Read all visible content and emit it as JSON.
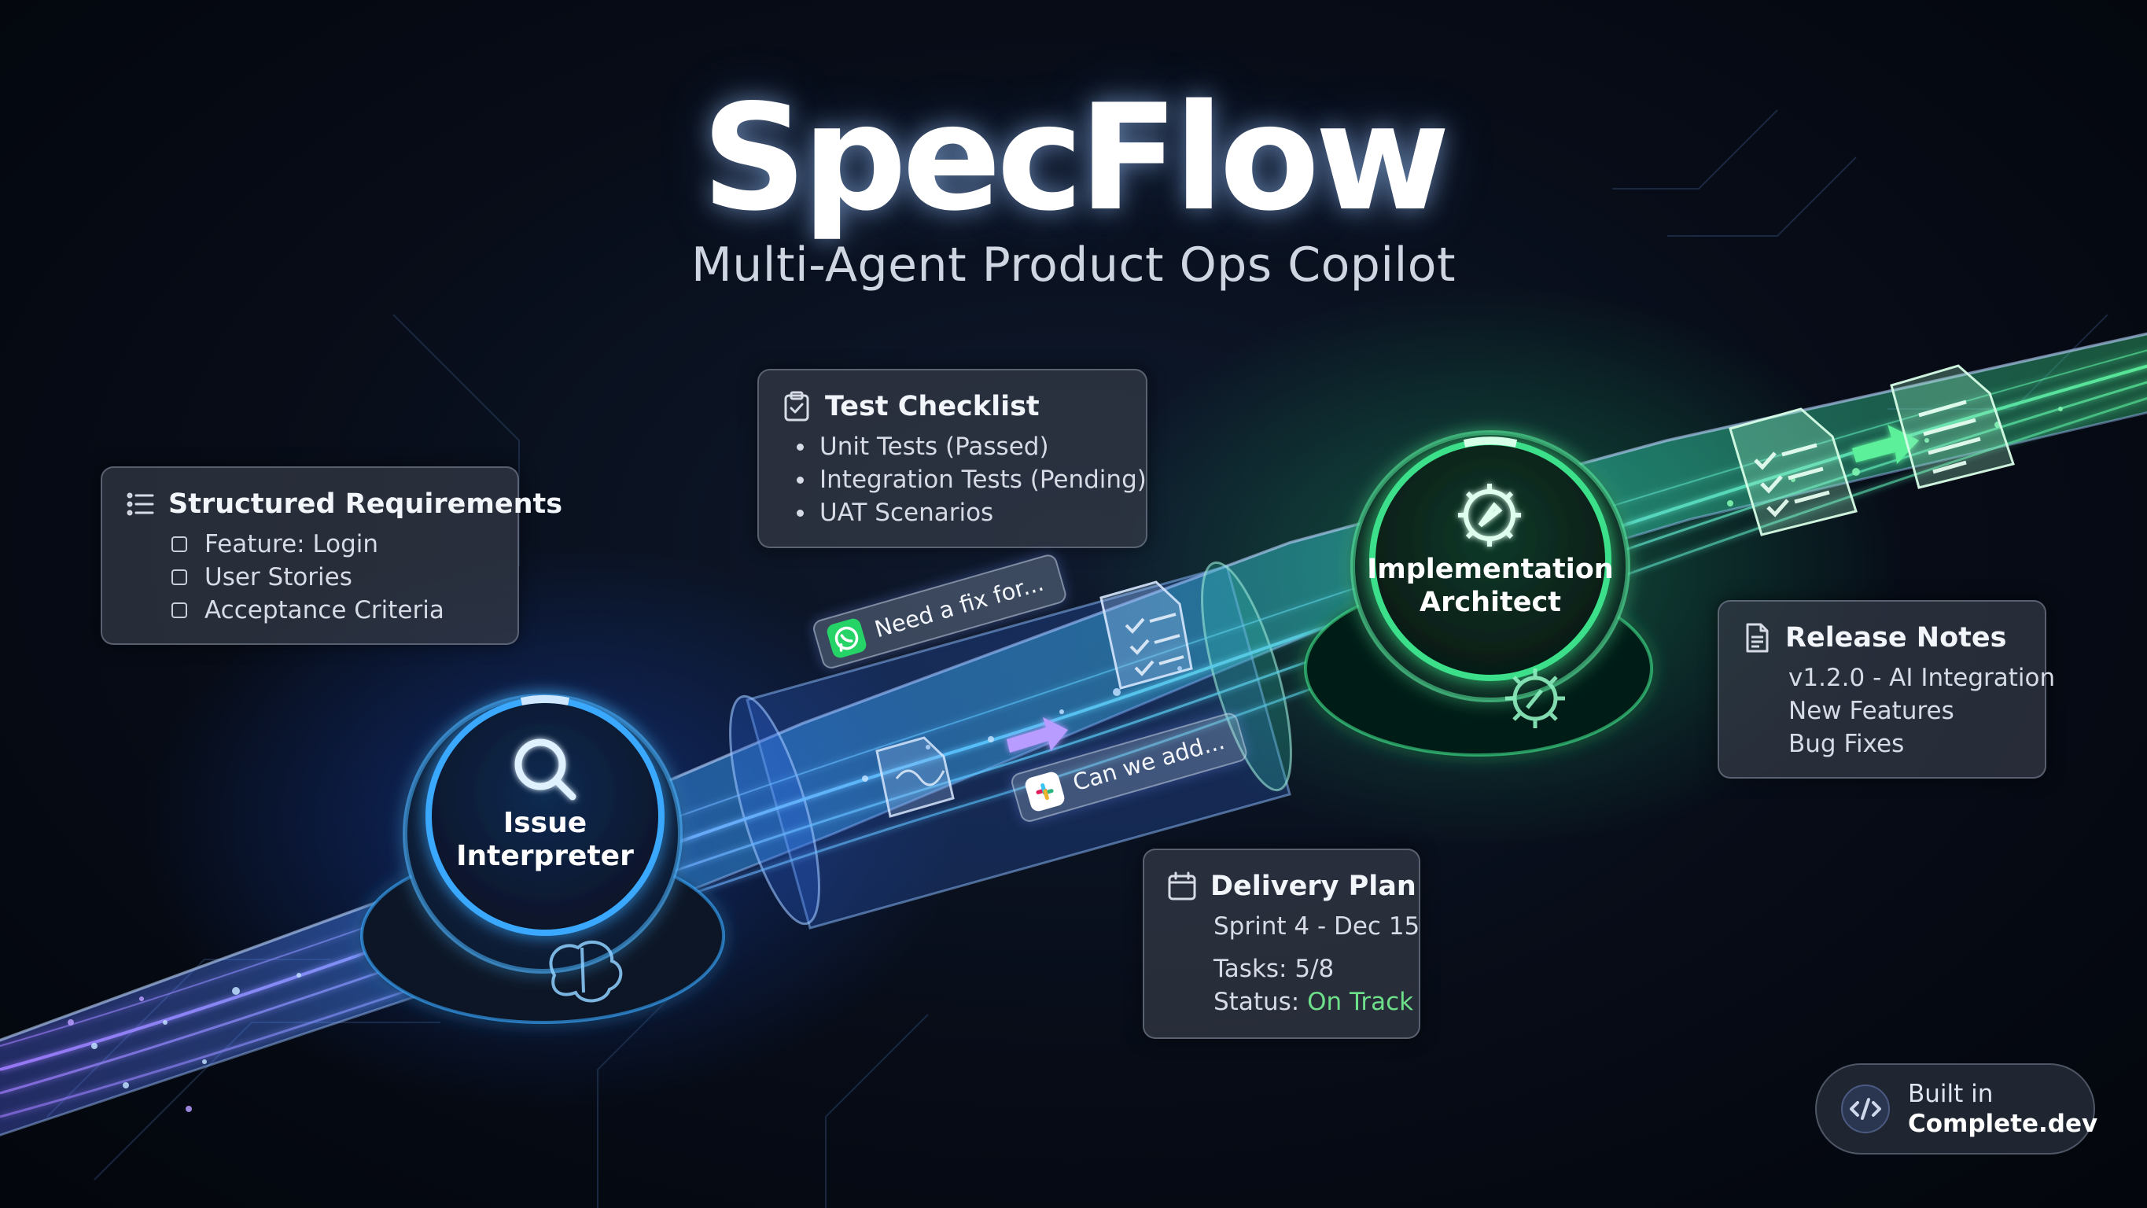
{
  "header": {
    "title": "SpecFlow",
    "subtitle": "Multi-Agent Product Ops Copilot"
  },
  "nodes": {
    "issue_interpreter": {
      "line1": "Issue",
      "line2": "Interpreter",
      "color": "#3aa8ff"
    },
    "implementation_architect": {
      "line1": "Implementation",
      "line2": "Architect",
      "color": "#3ee08a"
    }
  },
  "cards": {
    "structured_requirements": {
      "title": "Structured Requirements",
      "items": [
        "Feature: Login",
        "User Stories",
        "Acceptance Criteria"
      ]
    },
    "test_checklist": {
      "title": "Test Checklist",
      "items": [
        "Unit Tests (Passed)",
        "Integration Tests (Pending)",
        "UAT Scenarios"
      ]
    },
    "delivery_plan": {
      "title": "Delivery Plan",
      "sprint": "Sprint 4 - Dec 15",
      "tasks": "Tasks: 5/8",
      "status_label": "Status:",
      "status_value": "On Track",
      "status_color": "#6ee08a"
    },
    "release_notes": {
      "title": "Release Notes",
      "items": [
        "v1.2.0 - AI Integration",
        "New Features",
        "Bug Fixes"
      ]
    }
  },
  "messages": {
    "whatsapp": {
      "text": "Need a fix for...",
      "icon": "whatsapp-icon"
    },
    "slack": {
      "text": "Can we add...",
      "icon": "slack-icon"
    }
  },
  "badge": {
    "line1": "Built in",
    "line2": "Complete.dev",
    "icon": "code-icon"
  },
  "colors": {
    "background": "#070c17",
    "blue_accent": "#3aa8ff",
    "purple_accent": "#8a6cff",
    "green_accent": "#3ee08a"
  }
}
